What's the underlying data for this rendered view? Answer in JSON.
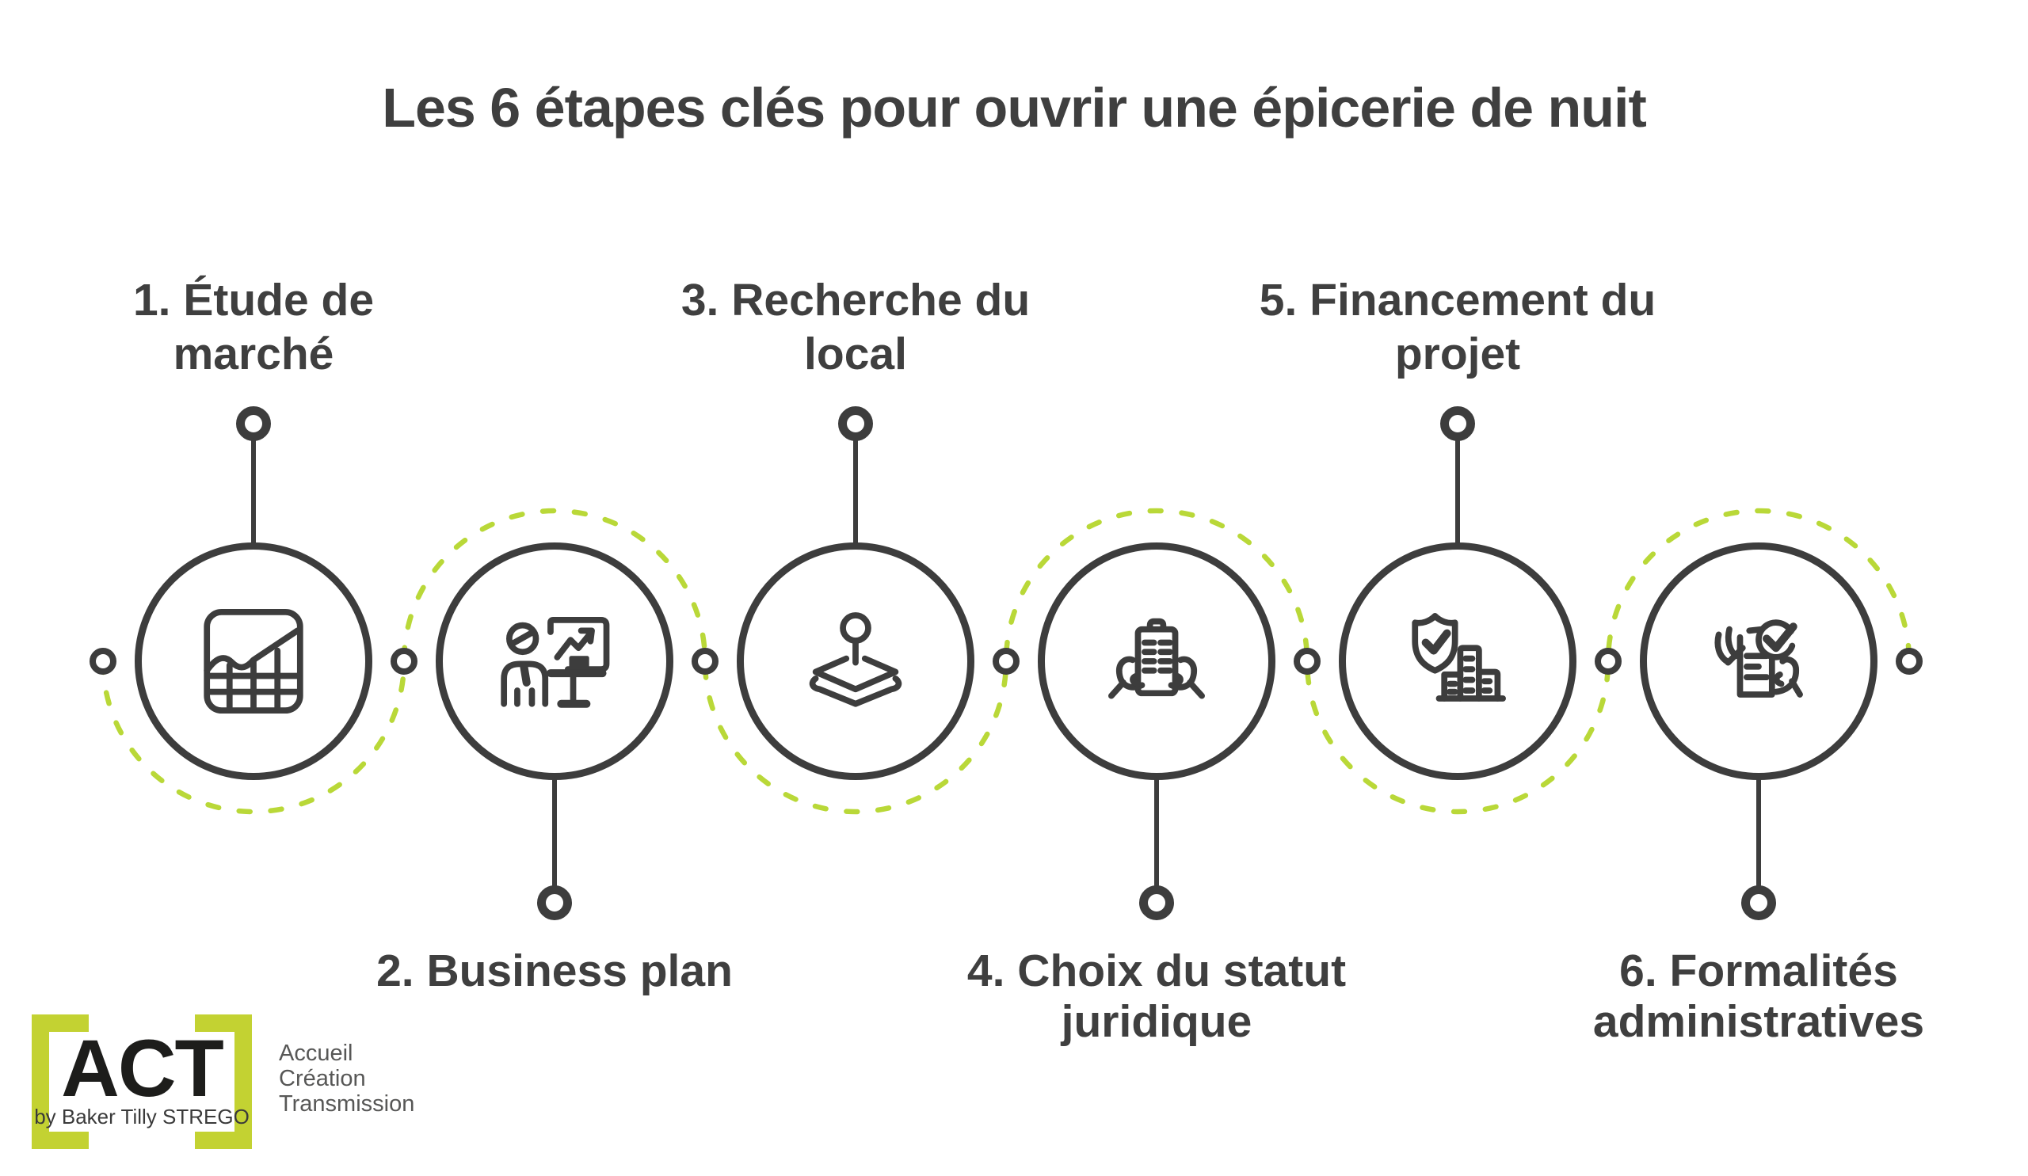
{
  "title": "Les 6 étapes clés pour ouvrir une épicerie de nuit",
  "colors": {
    "ink": "#3f3f3f",
    "stroke_dark": "#3d3d3d",
    "dash_lime": "#b9d838",
    "bracket_lime": "#c3d232",
    "logo_black": "#1d1d1b",
    "tagline_gray": "#575756",
    "background": "#ffffff"
  },
  "steps": [
    {
      "number": "1",
      "label": "1. Étude de marché",
      "label_lines": [
        "1. Étude de",
        "marché"
      ],
      "label_position": "above",
      "icon": "market-study-chart-icon"
    },
    {
      "number": "2",
      "label": "2. Business plan",
      "label_lines": [
        "2. Business plan"
      ],
      "label_position": "below",
      "icon": "business-plan-presentation-icon"
    },
    {
      "number": "3",
      "label": "3. Recherche du local",
      "label_lines": [
        "3. Recherche du",
        "local"
      ],
      "label_position": "above",
      "icon": "location-layers-pin-icon"
    },
    {
      "number": "4",
      "label": "4. Choix du statut juridique",
      "label_lines": [
        "4. Choix du statut",
        "juridique"
      ],
      "label_position": "below",
      "icon": "hands-holding-clipboard-icon"
    },
    {
      "number": "5",
      "label": "5. Financement du projet",
      "label_lines": [
        "5. Financement du",
        "projet"
      ],
      "label_position": "above",
      "icon": "shield-check-buildings-icon"
    },
    {
      "number": "6",
      "label": "6. Formalités administratives",
      "label_lines": [
        "6. Formalités",
        "administratives"
      ],
      "label_position": "below",
      "icon": "hands-document-check-icon"
    }
  ],
  "logo": {
    "name": "ACT",
    "byline": "by Baker Tilly STREGO",
    "tagline_lines": [
      "Accueil",
      "Création",
      "Transmission"
    ]
  }
}
